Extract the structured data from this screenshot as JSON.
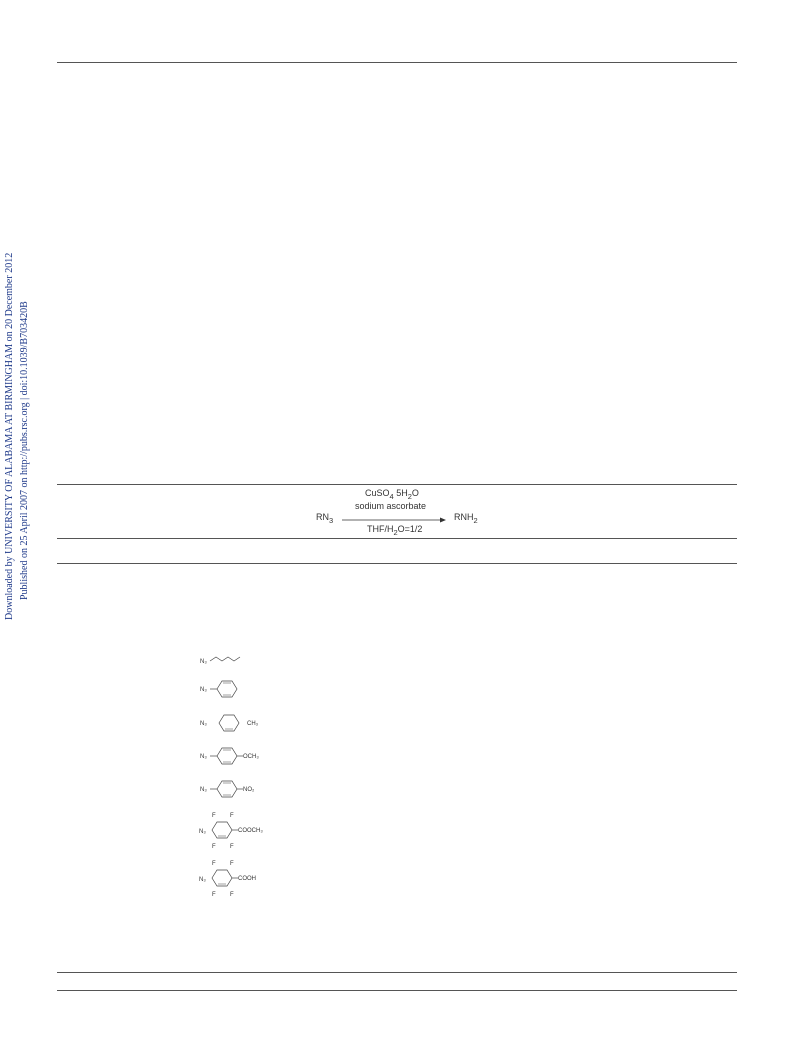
{
  "sidebar": {
    "line1": "Downloaded by UNIVERSITY OF ALABAMA AT BIRMINGHAM on 20 December 2012",
    "line2": "Published on 25 April 2007 on http://pubs.rsc.org | doi:10.1039/B703420B"
  },
  "reaction": {
    "reactant": "RN",
    "reactant_sub": "3",
    "reagent1": "CuSO",
    "reagent1_sub": "4",
    "reagent1_tail": " 5H",
    "reagent1_sub2": "2",
    "reagent1_end": "O",
    "reagent2": "sodium ascorbate",
    "solvent_a": "THF/H",
    "solvent_sub": "2",
    "solvent_b": "O=1/2",
    "product": "RNH",
    "product_sub": "2"
  },
  "structures": {
    "s1": {
      "azide": "N₃"
    },
    "s2": {
      "azide": "N₃"
    },
    "s3": {
      "azide": "N₃",
      "substituent": "CH₃"
    },
    "s4": {
      "azide": "N₃",
      "substituent": "OCH₃"
    },
    "s5": {
      "azide": "N₃",
      "substituent": "NO₂"
    },
    "s6": {
      "azide": "N₃",
      "substituent": "COOCH₃",
      "f": "F"
    },
    "s7": {
      "azide": "N₃",
      "substituent": "COOH",
      "f": "F"
    }
  }
}
